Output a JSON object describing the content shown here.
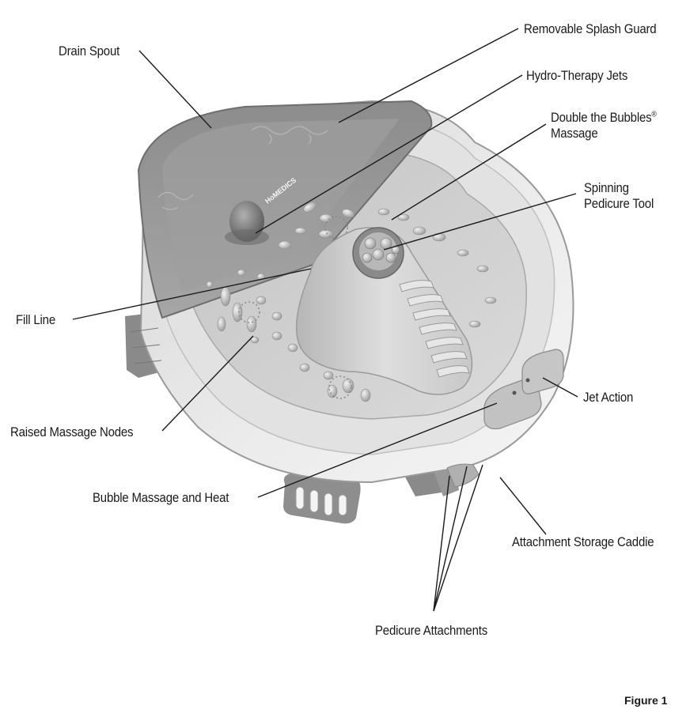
{
  "brand": "HoMEDICS",
  "labels": {
    "drain_spout": "Drain Spout",
    "splash_guard": "Removable Splash Guard",
    "hydro_jets": "Hydro-Therapy Jets",
    "double_bubbles_line1": "Double the Bubbles",
    "double_bubbles_mark": "®",
    "double_bubbles_line2": "Massage",
    "spinning_line1": "Spinning",
    "spinning_line2": "Pedicure Tool",
    "fill_line": "Fill Line",
    "jet_action": "Jet Action",
    "raised_nodes": "Raised Massage Nodes",
    "bubble_heat": "Bubble Massage and Heat",
    "storage_caddie": "Attachment Storage Caddie",
    "pedicure_attachments": "Pedicure Attachments"
  },
  "figure_caption": "Figure 1"
}
